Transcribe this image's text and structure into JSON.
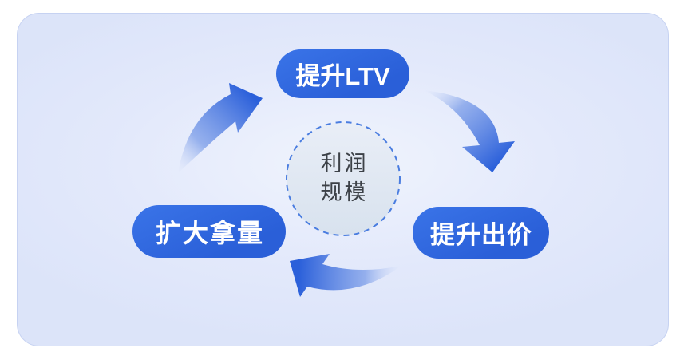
{
  "diagram": {
    "type": "cycle",
    "center_node": {
      "lines": [
        "利润",
        "规模"
      ]
    },
    "nodes": {
      "top": {
        "label": "提升LTV"
      },
      "right": {
        "label": "提升出价"
      },
      "left": {
        "label": "扩大拿量"
      }
    },
    "arrows": [
      {
        "name": "left-to-top",
        "from": "扩大拿量",
        "to": "提升LTV"
      },
      {
        "name": "top-to-right",
        "from": "提升LTV",
        "to": "提升出价"
      },
      {
        "name": "right-to-left",
        "from": "提升出价",
        "to": "扩大拿量"
      }
    ]
  },
  "colors": {
    "bg_center": "#f0f4fd",
    "bg_mid": "#e3e9fb",
    "bg_edge": "#dce4f9",
    "pill_blue": "#2a5fd8",
    "pill_blue_light": "#3a74e8",
    "arrow_blue": "#2b60da",
    "arrow_mid": "#7e9fe9",
    "arrow_fade": "#cdd9f6",
    "circle_fill_top": "#e9eef7",
    "circle_fill_bottom": "#d8e2ee",
    "circle_border": "#4a7de0",
    "circle_text": "#3c4147"
  }
}
